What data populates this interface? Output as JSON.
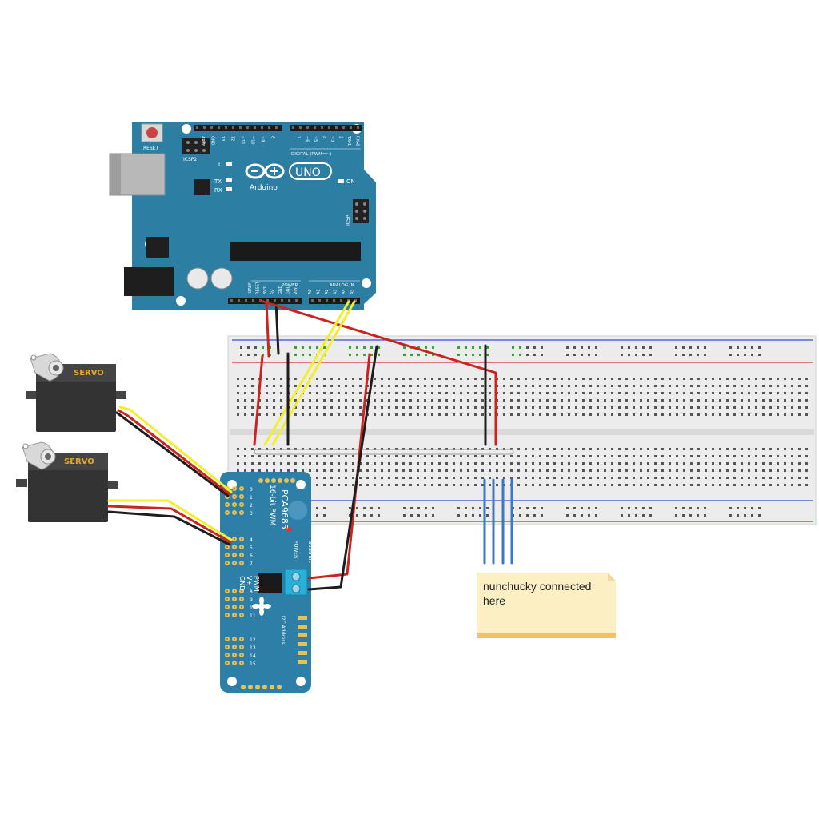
{
  "colors": {
    "arduino_board": "#2d7ea3",
    "pwm_board": "#2e7fa8",
    "breadboard": "#ececec",
    "wire_red": "#c9241f",
    "wire_black": "#1d1d1d",
    "wire_yellow": "#f2ee2c",
    "wire_blue": "#3b78c4",
    "servo_body": "#333333",
    "servo_label": "#e3a72e",
    "note_bg": "#fdefc4"
  },
  "arduino": {
    "reset_label": "RESET",
    "icsp2_label": "ICSP2",
    "icsp_label": "ICSP",
    "logo_label": "UNO",
    "brand_label": "Arduino",
    "led_l": "L",
    "led_tx": "TX",
    "led_rx": "RX",
    "on_label": "ON",
    "digital_label": "DIGITAL (PWM=~)",
    "power_label": "POWER",
    "analog_label": "ANALOG IN",
    "top_pins": [
      "AREF",
      "GND",
      "13",
      "12",
      "~11",
      "~10",
      "~9",
      "8",
      "7",
      "~6",
      "~5",
      "4",
      "~3",
      "2",
      "TX▸1",
      "RX◂0"
    ],
    "bottom_pins": [
      "IOREF",
      "RESET",
      "3V3",
      "5V",
      "GND",
      "GND",
      "VIN",
      "A0",
      "A1",
      "A2",
      "A3",
      "A4",
      "A5"
    ]
  },
  "servos": [
    {
      "label": "SERVO"
    },
    {
      "label": "SERVO"
    }
  ],
  "pwm_board": {
    "title": "PCA9685",
    "subtitle": "16-bit PWM",
    "power_label": "POWER",
    "vplus_label": "V+",
    "gnd_label": "GND",
    "pwm_label": "PWM",
    "brand": "adafruit",
    "i2c_label": "I2C Address",
    "pin_numbers": [
      "0",
      "1",
      "2",
      "3",
      "4",
      "5",
      "6",
      "7",
      "8",
      "9",
      "10",
      "11",
      "12",
      "13",
      "14",
      "15"
    ]
  },
  "note": {
    "text": "nunchucky connected here"
  }
}
